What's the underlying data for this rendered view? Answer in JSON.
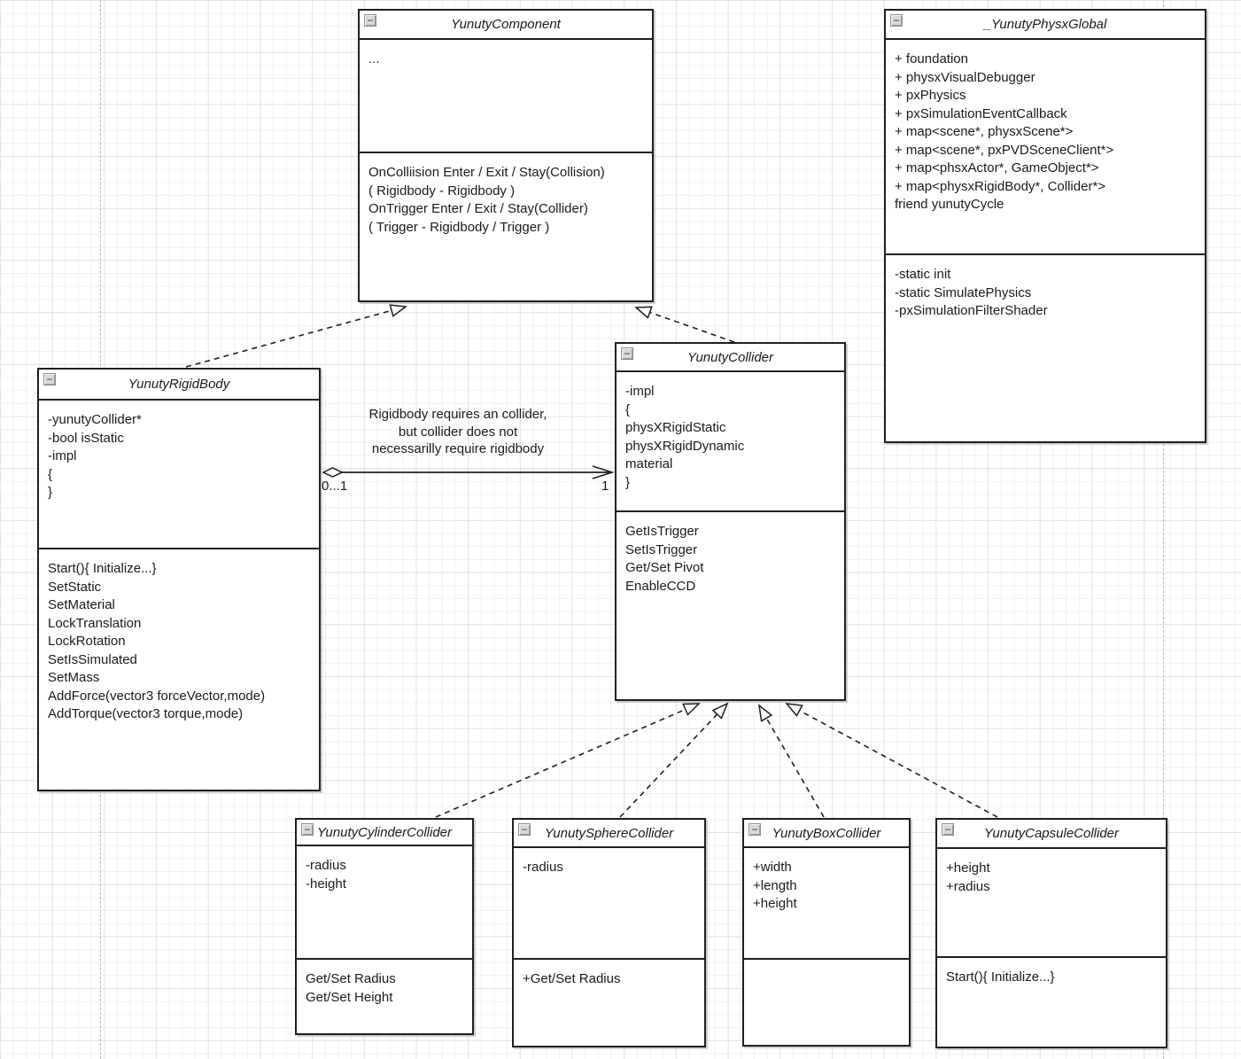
{
  "icons": {
    "collapse": "−"
  },
  "classes": [
    {
      "name": "YunutyComponent",
      "attributes": [
        "..."
      ],
      "methods": [
        "OnColliision Enter / Exit / Stay(Collision)",
        "( Rigidbody - Rigidbody )",
        "OnTrigger Enter / Exit / Stay(Collider)",
        "( Trigger - Rigidbody / Trigger )"
      ]
    },
    {
      "name": "_YunutyPhysxGlobal",
      "attributes": [
        "+ foundation",
        "+ physxVisualDebugger",
        "+ pxPhysics",
        "+ pxSimulationEventCallback",
        "+ map<scene*, physxScene*>",
        "+ map<scene*, pxPVDSceneClient*>",
        "+ map<phsxActor*, GameObject*>",
        "+ map<physxRigidBody*, Collider*>",
        "friend yunutyCycle"
      ],
      "methods": [
        "-static init",
        "-static SimulatePhysics",
        "-pxSimulationFilterShader"
      ]
    },
    {
      "name": "YunutyRigidBody",
      "attributes": [
        "-yunutyCollider*",
        "-bool isStatic",
        "-impl",
        "{",
        "}"
      ],
      "methods": [
        "Start(){ Initialize...}",
        "SetStatic",
        "SetMaterial",
        "LockTranslation",
        "LockRotation",
        "SetIsSimulated",
        "SetMass",
        "AddForce(vector3 forceVector,mode)",
        "AddTorque(vector3 torque,mode)"
      ]
    },
    {
      "name": "YunutyCollider",
      "attributes": [
        "-impl",
        "{",
        "physXRigidStatic",
        "physXRigidDynamic",
        "material",
        "}"
      ],
      "methods": [
        "GetIsTrigger",
        "SetIsTrigger",
        "Get/Set Pivot",
        "EnableCCD"
      ]
    },
    {
      "name": "YunutyCylinderCollider",
      "attributes": [
        "-radius",
        "-height"
      ],
      "methods": [
        "Get/Set Radius",
        "Get/Set Height"
      ]
    },
    {
      "name": "YunutySphereCollider",
      "attributes": [
        "-radius"
      ],
      "methods": [
        "+Get/Set Radius"
      ]
    },
    {
      "name": "YunutyBoxCollider",
      "attributes": [
        "+width",
        "+length",
        "+height"
      ],
      "methods": []
    },
    {
      "name": "YunutyCapsuleCollider",
      "attributes": [
        "+height",
        "+radius"
      ],
      "methods": [
        "Start(){ Initialize...}"
      ]
    }
  ],
  "association": {
    "note_lines": [
      "Rigidbody requires an collider,",
      "but collider does not",
      "necessarilly require rigidbody"
    ],
    "multiplicity_source": "0...1",
    "multiplicity_target": "1"
  }
}
